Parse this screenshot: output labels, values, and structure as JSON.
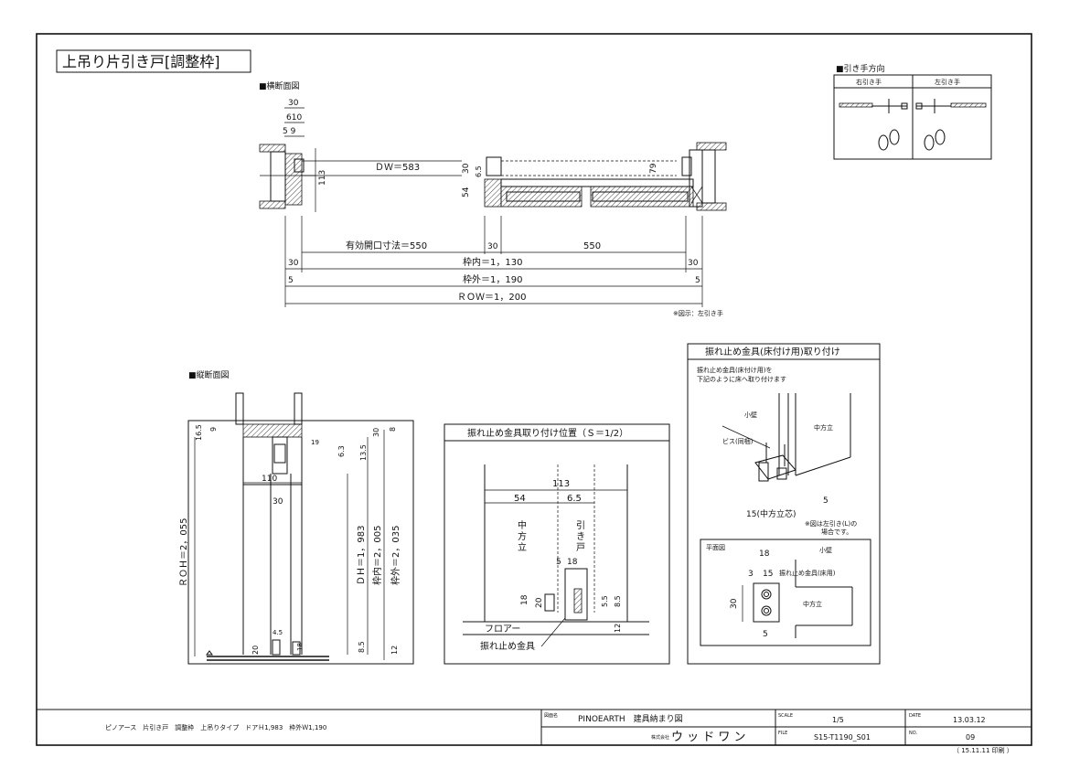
{
  "title": "上吊り片引き戸[調整枠]",
  "plan_section": {
    "title": "■横断面図",
    "dim_30": "30",
    "dim_6_10": "610",
    "dim_5_9": "5 9",
    "dim_113": "113",
    "dw": "ＤＷ＝583",
    "dim_30b": "30",
    "dim_6_5": "6.5",
    "dim_54": "54",
    "dim_79": "79",
    "effective": "有効開口寸法＝550",
    "dim_30c": "30",
    "dim_550": "550",
    "dim_30_left": "30",
    "dim_30_right": "30",
    "frame_inner": "枠内＝1，130",
    "dim_5_left": "5",
    "dim_5_right": "5",
    "frame_outer": "枠外＝1，190",
    "row": "ＲＯＷ＝1，200",
    "note": "※図示：左引き手"
  },
  "handle_direction": {
    "title": "■引き手方向",
    "right_label": "右引き手",
    "left_label": "左引き手"
  },
  "vertical_section": {
    "title": "■縦断面図",
    "dim_16_5": "16.5",
    "dim_9": "9",
    "dim_19": "19",
    "dim_30_top": "30",
    "dim_8": "8",
    "dim_6_3": "6.3",
    "dim_13_5": "13.5",
    "dim_110": "110",
    "dim_30": "30",
    "roh": "ＲＯＨ＝2，055",
    "dh": "ＤＨ＝1，983",
    "frame_inner_h": "枠内＝2，005",
    "frame_outer_h": "枠外＝2，035",
    "dim_4_5": "4.5",
    "dim_20": "20",
    "dim_18": "18",
    "dim_8_5": "8.5",
    "dim_12": "12"
  },
  "stopper_position": {
    "title": "振れ止め金具取り付け位置（Ｓ＝1/2）",
    "dim_113": "113",
    "dim_54": "54",
    "dim_6_5": "6.5",
    "label_mullion": "中方立",
    "label_door": "引き戸",
    "dim_5": "5",
    "dim_18": "18",
    "dim_18b": "18",
    "dim_20": "20",
    "dim_5_5": "5.5",
    "dim_8_5": "8.5",
    "dim_12": "12",
    "floor": "フロアー",
    "hardware": "振れ止め金具"
  },
  "stopper_install": {
    "title": "振れ止め金具(床付け用)取り付け",
    "instruction_1": "振れ止め金具(床付け用)を",
    "instruction_2": "下記のように床へ取り付けます",
    "label_wall": "小壁",
    "label_mullion": "中方立",
    "label_screw": "ビス(同梱)",
    "label_center": "15(中方立芯)",
    "dim_5": "5",
    "note_1": "※図は左引き(L)の",
    "note_2": "場合です。",
    "plan_title": "平面図",
    "plan_dim_18": "18",
    "plan_dim_3": "3",
    "plan_dim_15": "15",
    "plan_wall": "小壁",
    "plan_hardware": "振れ止め金具(床用)",
    "plan_mullion": "中方立",
    "plan_dim_30": "30",
    "plan_dim_5": "5"
  },
  "title_block": {
    "description": "ピノアース　片引き戸　調整枠　上吊りタイプ　ドアＨ1,983　枠外Ｗ1,190",
    "drawing_name_label": "図面名",
    "drawing_name": "PINOEARTH　建具納まり図",
    "company_label": "株式会社",
    "company": "ウ ッ ド ワ ン",
    "scale_label": "SCALE",
    "scale": "1/5",
    "file_label": "FILE",
    "file": "S15-T1190_S01",
    "date_label": "DATE",
    "date": "13.03.12",
    "no_label": "NO.",
    "no": "09",
    "print_note": "（ 15.11.11 印刷 ）"
  }
}
